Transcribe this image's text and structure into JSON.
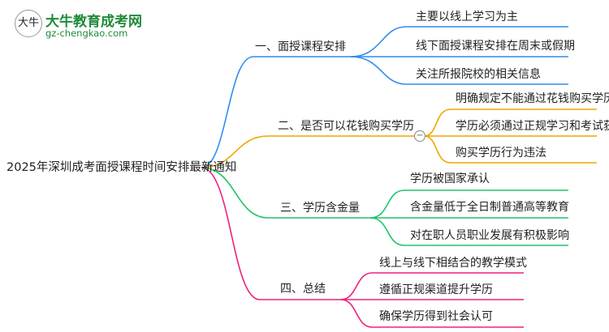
{
  "logo": {
    "title": "大牛教育成考网",
    "url": "gz-chengkao.com",
    "badge": "大牛"
  },
  "root": "2025年深圳成考面授课程时间安排最新通知",
  "branches": [
    {
      "label": "一、面授课程安排",
      "color": "#2f8cf0",
      "children": [
        "主要以线上学习为主",
        "线下面授课程安排在周末或假期",
        "关注所报院校的相关信息"
      ]
    },
    {
      "label": "二、是否可以花钱购买学历",
      "color": "#f0a500",
      "children": [
        "明确规定不能通过花钱购买学历",
        "学历必须通过正规学习和考试获得",
        "购买学历行为违法"
      ]
    },
    {
      "label": "三、学历含金量",
      "color": "#1ec46a",
      "children": [
        "学历被国家承认",
        "含金量低于全日制普通高等教育",
        "对在职人员职业发展有积极影响"
      ]
    },
    {
      "label": "四、总结",
      "color": "#f0207a",
      "children": [
        "线上与线下相结合的教学模式",
        "遵循正规渠道提升学历",
        "确保学历得到社会认可"
      ]
    }
  ],
  "collapse_symbol": "−"
}
